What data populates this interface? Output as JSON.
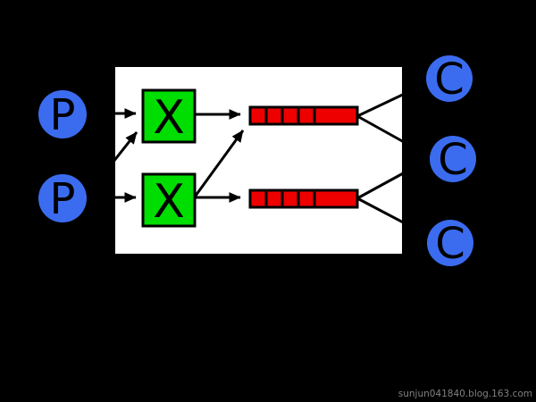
{
  "diagram": {
    "producers": [
      {
        "label": "P"
      },
      {
        "label": "P"
      }
    ],
    "exchanges": [
      {
        "label": "X"
      },
      {
        "label": "X"
      }
    ],
    "queues": [
      {
        "segments": 5
      },
      {
        "segments": 5
      }
    ],
    "consumers": [
      {
        "label": "C"
      },
      {
        "label": "C"
      },
      {
        "label": "C"
      }
    ],
    "colors": {
      "background": "#000000",
      "broker_panel": "#ffffff",
      "producer": "#3b6cf0",
      "consumer": "#3b6cf0",
      "exchange": "#00dd00",
      "queue": "#ee0000",
      "connector": "#000000",
      "watermark": "#808080"
    },
    "watermark": "sunjun041840.blog.163.com"
  }
}
